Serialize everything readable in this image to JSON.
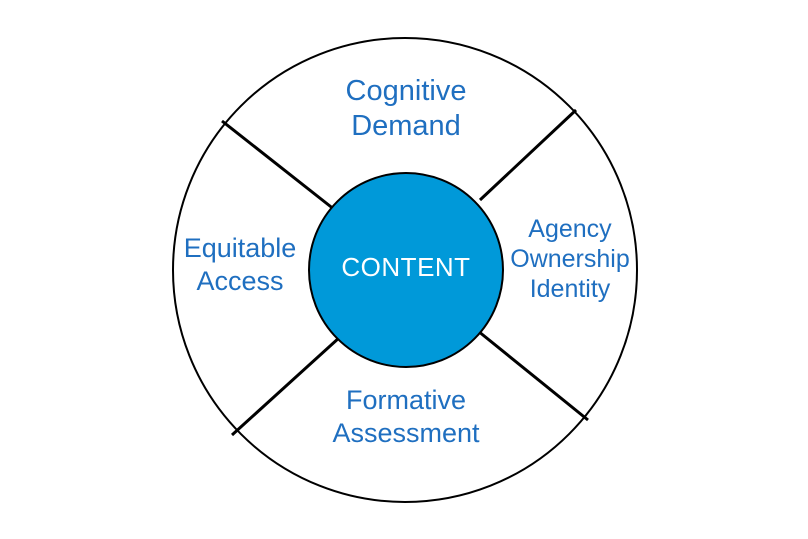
{
  "diagram": {
    "center": {
      "label": "CONTENT"
    },
    "segments": {
      "top": {
        "line1": "Cognitive",
        "line2": "Demand"
      },
      "left": {
        "line1": "Equitable",
        "line2": "Access"
      },
      "right": {
        "line1": "Agency",
        "line2": "Ownership",
        "line3": "Identity"
      },
      "bottom": {
        "line1": "Formative",
        "line2": "Assessment"
      }
    },
    "colors": {
      "center_fill": "#0099d9",
      "segment_text": "#1f6fc0",
      "outline": "#000000",
      "background": "#ffffff"
    }
  }
}
